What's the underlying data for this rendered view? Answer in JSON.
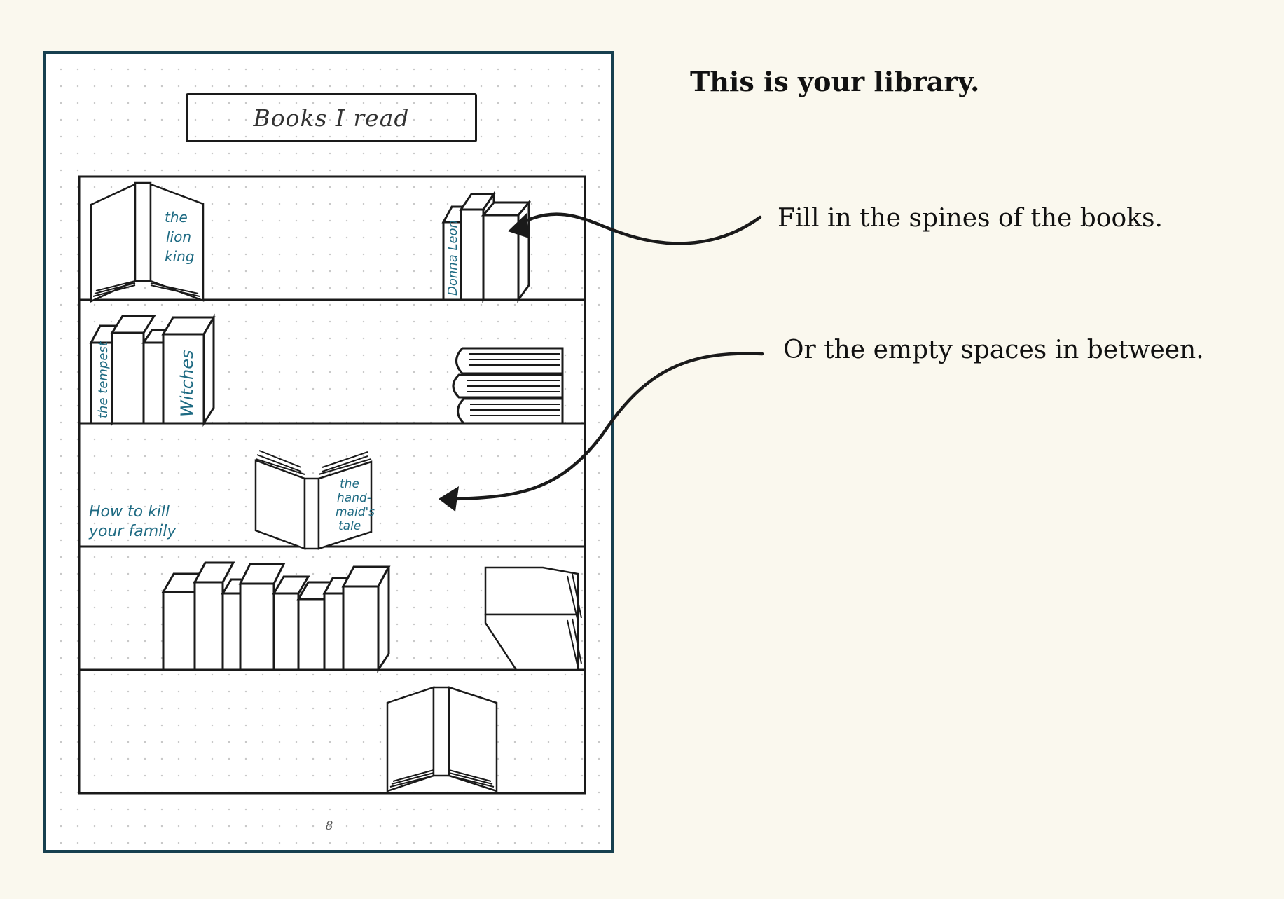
{
  "page": {
    "title": "Books I read",
    "page_number": "8"
  },
  "shelves": {
    "book_labels": {
      "lion_king": [
        "the",
        "lion",
        "king"
      ],
      "donna_leon": "Donna Leon",
      "tempest": "the tempest",
      "witches": "Witches",
      "how_to_kill": [
        "How to kill",
        "your family"
      ],
      "handmaids_tale": [
        "the",
        "hand-",
        "maid's",
        "tale"
      ]
    }
  },
  "notes": {
    "headline": "This is your library.",
    "spines_hint": "Fill in the spines of the books.",
    "spaces_hint": "Or the empty spaces in between."
  },
  "colors": {
    "page_border": "#17404f",
    "handwriting": "#1f6b83",
    "background": "#faf8ee"
  }
}
